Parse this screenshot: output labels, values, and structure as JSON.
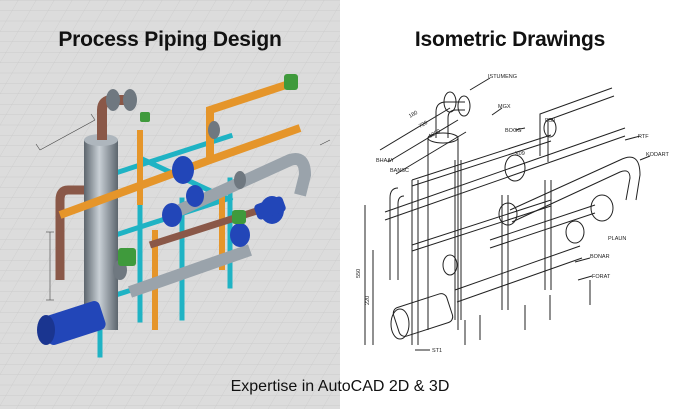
{
  "left_panel": {
    "title": "Process Piping Design"
  },
  "right_panel": {
    "title": "Isometric Drawings",
    "labels": [
      "ISTUMENG",
      "MGX",
      "BOGG",
      "D50",
      "X09",
      "BHAAY",
      "BANSC",
      "RTF",
      "KODART",
      "PLAUN",
      "BONAR",
      "FORAT",
      "ST1",
      "180",
      "720",
      "1200",
      "550",
      "220"
    ]
  },
  "caption": "Expertise in AutoCAD 2D & 3D",
  "colors": {
    "steel": "#7f8a93",
    "orange": "#e5952a",
    "cyan": "#1fb3c4",
    "blue": "#2246b8",
    "green": "#3f9a3c",
    "brown": "#8a5848",
    "bg_left": "#dcdcdc"
  }
}
